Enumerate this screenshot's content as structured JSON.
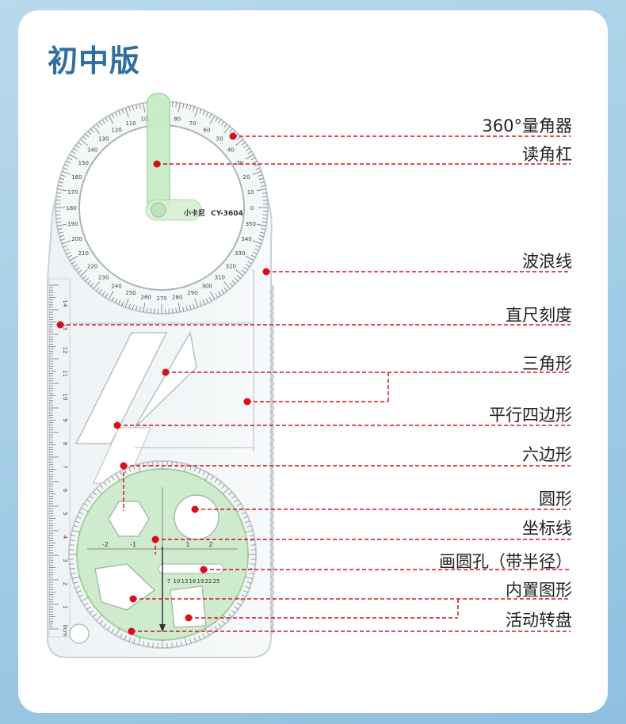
{
  "header": {
    "title": "初中版"
  },
  "product": {
    "brand": "小卡尼",
    "model": "CY-3604"
  },
  "labels": [
    {
      "text": "360°量角器"
    },
    {
      "text": "读角杠"
    },
    {
      "text": "波浪线"
    },
    {
      "text": "直尺刻度"
    },
    {
      "text": "三角形"
    },
    {
      "text": "平行四边形"
    },
    {
      "text": "六边形"
    },
    {
      "text": "圆形"
    },
    {
      "text": "坐标线"
    },
    {
      "text": "画圆孔（带半径）"
    },
    {
      "text": "内置图形"
    },
    {
      "text": "活动转盘"
    }
  ],
  "protractor_outer": [
    "0",
    "10",
    "20",
    "30",
    "40",
    "50",
    "60",
    "70",
    "80",
    "90",
    "100",
    "110",
    "120",
    "130",
    "140",
    "150",
    "160",
    "170",
    "180",
    "190",
    "200",
    "210",
    "220",
    "230",
    "240",
    "250",
    "260",
    "270",
    "280",
    "290",
    "300",
    "310",
    "320",
    "330",
    "340",
    "350"
  ],
  "ruler_numbers": [
    "14",
    "13",
    "12",
    "11",
    "10",
    "9",
    "8",
    "7",
    "6",
    "5",
    "4",
    "3",
    "2",
    "1",
    "0cm"
  ],
  "axis_ticks": [
    "-2",
    "-1",
    "1",
    "2"
  ],
  "hole_radii": [
    "7",
    "10",
    "13",
    "16",
    "19",
    "22",
    "25"
  ],
  "colors": {
    "accent": "#2f6ea3",
    "dot": "#d8101c",
    "leader": "#d8101c",
    "green": "#b7e6b8"
  }
}
